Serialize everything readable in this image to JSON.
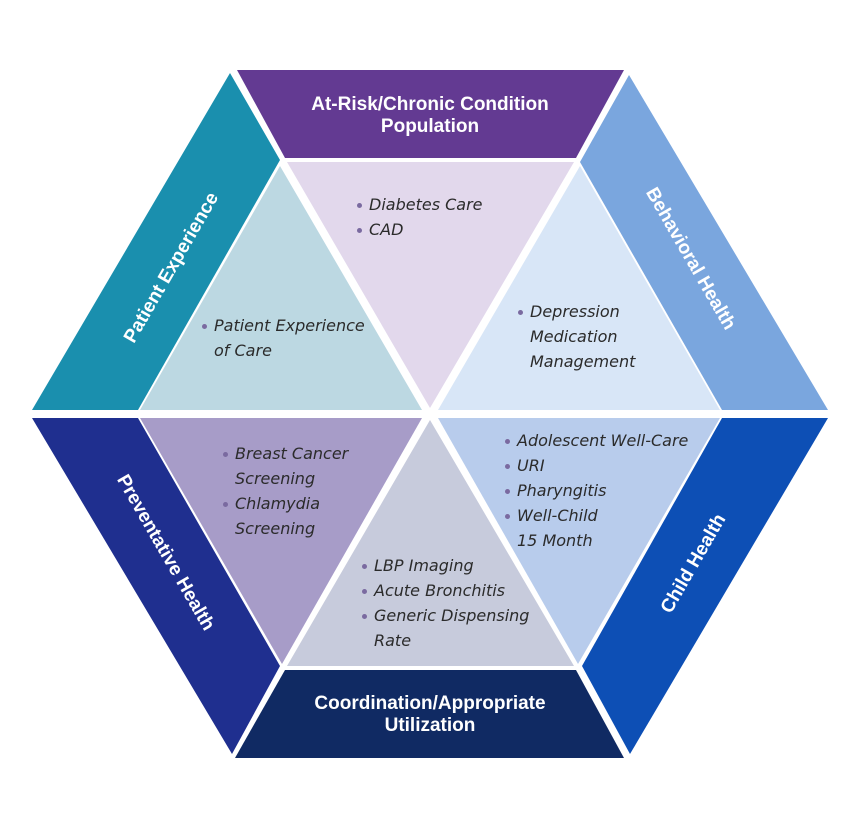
{
  "segments": {
    "at_risk": {
      "title_lines": [
        "At-Risk/Chronic Condition",
        "Population"
      ],
      "items": [
        [
          "Diabetes Care"
        ],
        [
          "CAD"
        ]
      ]
    },
    "behavioral": {
      "title_lines": [
        "Behavioral Health"
      ],
      "items": [
        [
          "Depression",
          "Medication",
          "Management"
        ]
      ]
    },
    "child": {
      "title_lines": [
        "Child Health"
      ],
      "items": [
        [
          "Adolescent Well-Care"
        ],
        [
          "URI"
        ],
        [
          "Pharyngitis"
        ],
        [
          "Well-Child",
          "15 Month"
        ]
      ]
    },
    "coordination": {
      "title_lines": [
        "Coordination/Appropriate",
        "Utilization"
      ],
      "items": [
        [
          "LBP Imaging"
        ],
        [
          "Acute Bronchitis"
        ],
        [
          "Generic Dispensing",
          "Rate"
        ]
      ]
    },
    "preventative": {
      "title_lines": [
        "Preventative Health"
      ],
      "items": [
        [
          "Breast Cancer",
          "Screening"
        ],
        [
          "Chlamydia",
          "Screening"
        ]
      ]
    },
    "patient_experience": {
      "title_lines": [
        "Patient Experience"
      ],
      "items": [
        [
          "Patient Experience",
          "of Care"
        ]
      ]
    }
  },
  "colors": {
    "at_risk_outer": "#633a92",
    "behavioral_outer": "#7aa6de",
    "child_outer": "#0d4fb5",
    "coordination_outer": "#102a63",
    "preventative_outer": "#1f2f8f",
    "patient_outer": "#1a8fae",
    "at_risk_inner": "#e2d8ec",
    "behavioral_inner": "#d8e6f7",
    "child_inner": "#b8ccec",
    "coordination_inner": "#c7cbdc",
    "preventative_inner": "#a79cc8",
    "patient_inner": "#bcd8e2"
  }
}
